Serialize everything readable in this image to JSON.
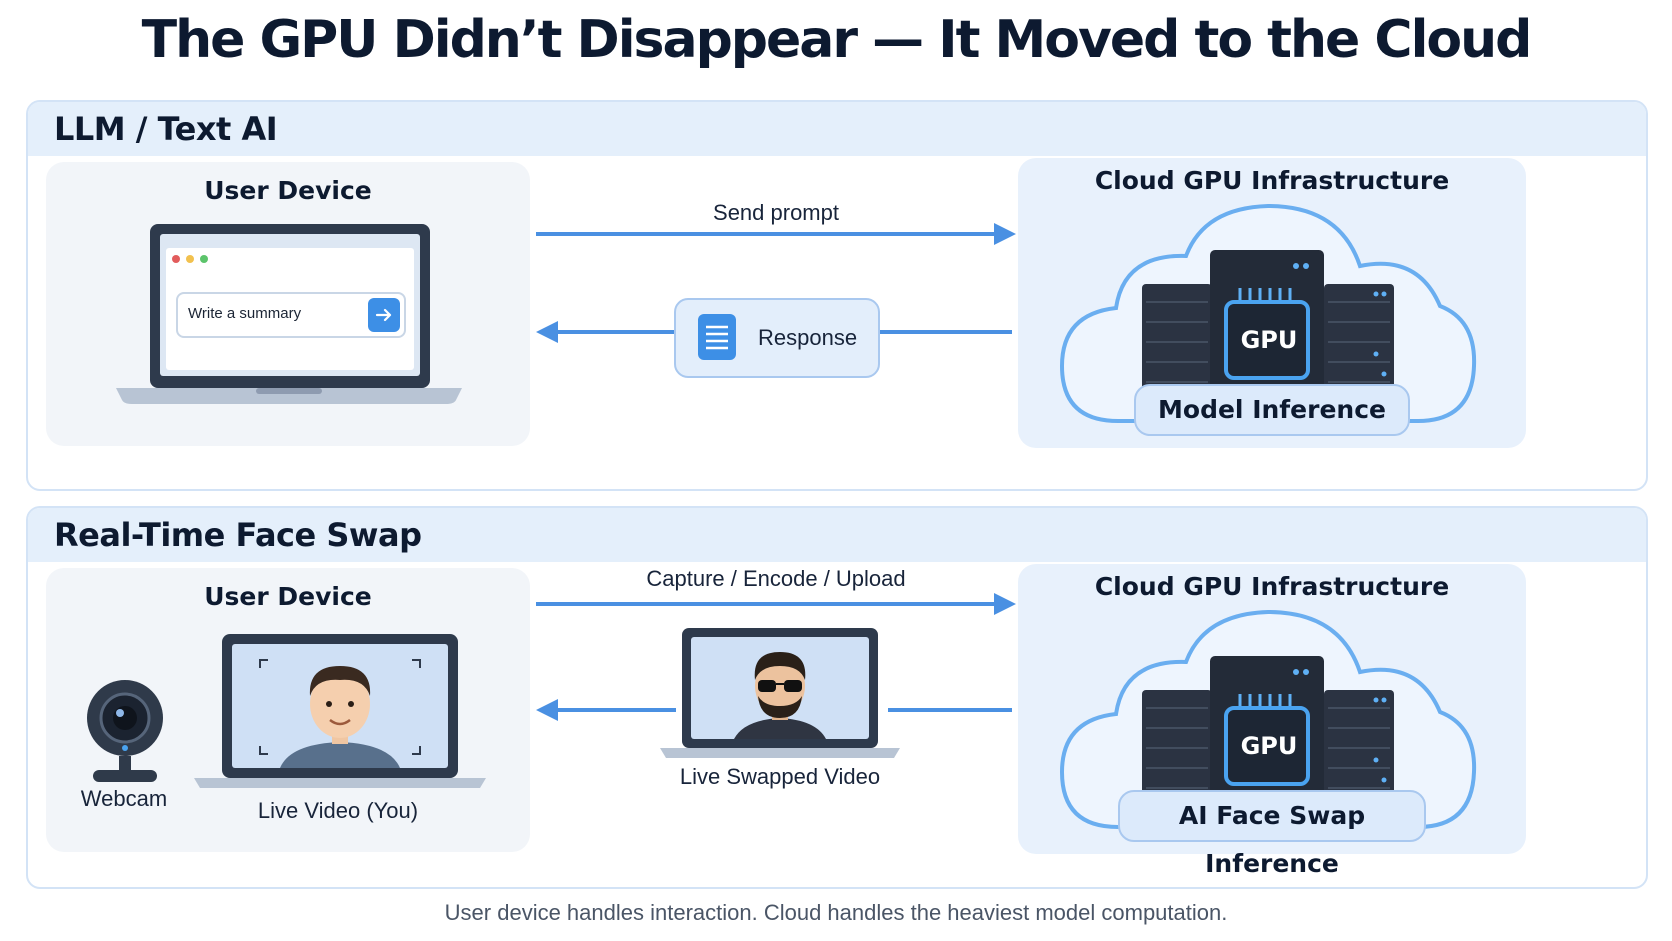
{
  "title": "The GPU Didn’t Disappear — It Moved to the Cloud",
  "sections": [
    {
      "heading": "LLM / Text AI",
      "user_device_title": "User Device",
      "prompt_input_value": "Write a summary",
      "arrow_forward_label": "Send prompt",
      "response_label": "Response",
      "cloud_title": "Cloud GPU Infrastructure",
      "gpu_label": "GPU",
      "inference_label": "Model Inference"
    },
    {
      "heading": "Real-Time Face Swap",
      "user_device_title": "User Device",
      "webcam_label": "Webcam",
      "live_video_label": "Live Video (You)",
      "arrow_forward_label": "Capture / Encode / Upload",
      "swapped_video_label": "Live Swapped Video",
      "cloud_title": "Cloud GPU Infrastructure",
      "gpu_label": "GPU",
      "inference_label": "AI Face Swap Inference"
    }
  ],
  "footnote": "User device handles interaction. Cloud handles the heaviest model computation.",
  "colors": {
    "arrow": "#4a90e2",
    "accent": "#3d8fe6",
    "panel_user": "#f2f5f9",
    "panel_cloud": "#e8f1fc",
    "header_band": "#e4effb"
  }
}
